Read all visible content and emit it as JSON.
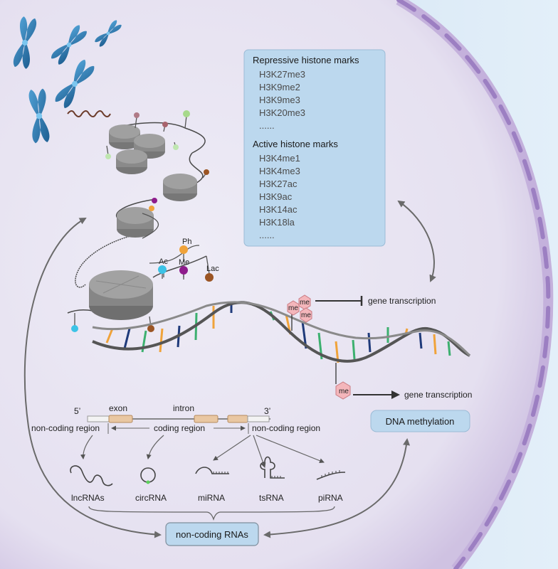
{
  "histone_box": {
    "repressive_title": "Repressive histone marks",
    "repressive_marks": [
      "H3K27me3",
      "H3K9me2",
      "H3K9me3",
      "H3K20me3",
      "......"
    ],
    "active_title": "Active histone marks",
    "active_marks": [
      "H3K4me1",
      "H3K4me3",
      "H3K27ac",
      "H3K9ac",
      "H3K14ac",
      "H3K18la",
      "......"
    ]
  },
  "histone_modifications": {
    "phosphorylation": "Ph",
    "acetylation": "Ac",
    "methylation": "Me",
    "lactylation": "Lac"
  },
  "dna_methylation": {
    "methyl_tag": "me",
    "repressed_label": "gene transcription",
    "active_label": "gene transcription",
    "title": "DNA methylation"
  },
  "gene_structure": {
    "five_prime": "5’",
    "three_prime": "3’",
    "exon": "exon",
    "intron": "intron",
    "left_region": "non-coding region",
    "center_region": "coding region",
    "right_region": "non-coding region"
  },
  "rna_types": [
    "lncRNAs",
    "circRNA",
    "miRNA",
    "tsRNA",
    "piRNA"
  ],
  "ncrna_title": "non-coding RNAs",
  "colors": {
    "cell_fill": "#e7e3f1",
    "membrane": "#b8a3d3",
    "info_box": "#bcd8ee",
    "chromosome": "#2f7fb8",
    "histone": "#8e8e8e",
    "dna_backbone": "#5a5a5a",
    "methyl_tag": "#f4b6bb",
    "ph_mark": "#f0a33a",
    "ac_mark": "#3cc3e6",
    "me_mark": "#8e1c8c",
    "lac_mark": "#9b5524"
  }
}
